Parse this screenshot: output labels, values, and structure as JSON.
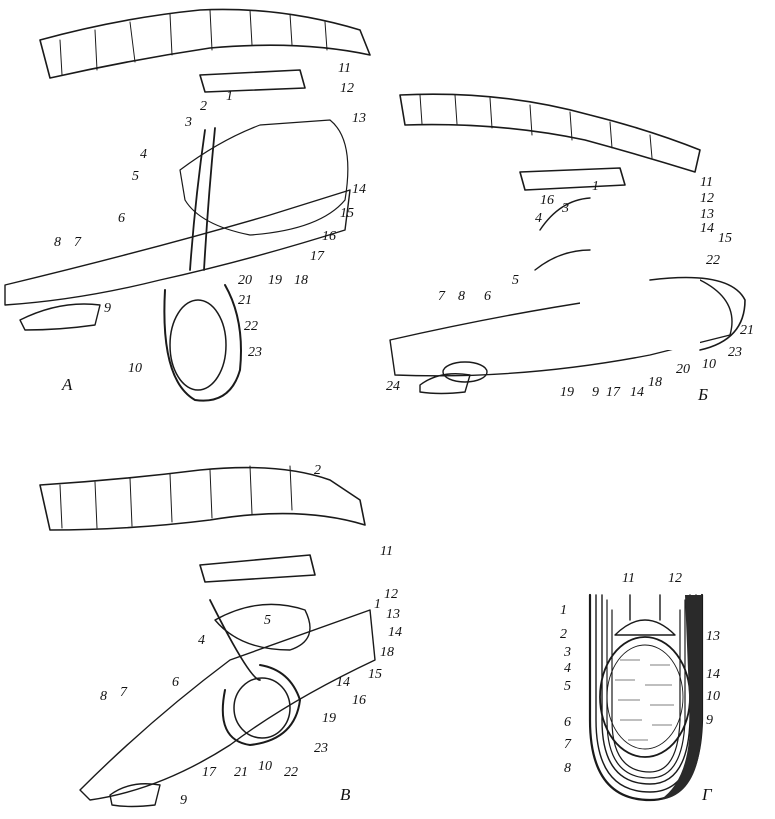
{
  "panels": [
    {
      "id": "A",
      "letter": "А",
      "labels": [
        "1",
        "2",
        "3",
        "4",
        "5",
        "6",
        "7",
        "8",
        "9",
        "10",
        "11",
        "12",
        "13",
        "14",
        "15",
        "16",
        "17",
        "18",
        "19",
        "20",
        "21",
        "22",
        "23"
      ]
    },
    {
      "id": "B",
      "letter": "Б",
      "labels": [
        "1",
        "3",
        "4",
        "5",
        "6",
        "7",
        "8",
        "9",
        "10",
        "11",
        "12",
        "13",
        "14",
        "15",
        "16",
        "17",
        "18",
        "19",
        "20",
        "21",
        "22",
        "23",
        "24"
      ]
    },
    {
      "id": "V",
      "letter": "В",
      "labels": [
        "1",
        "2",
        "4",
        "5",
        "6",
        "7",
        "8",
        "9",
        "10",
        "11",
        "12",
        "13",
        "14",
        "14",
        "15",
        "16",
        "17",
        "18",
        "19",
        "21",
        "22",
        "23"
      ]
    },
    {
      "id": "G",
      "letter": "Г",
      "labels": [
        "1",
        "2",
        "3",
        "4",
        "5",
        "6",
        "7",
        "8",
        "9",
        "10",
        "11",
        "12",
        "13",
        "14"
      ]
    }
  ]
}
